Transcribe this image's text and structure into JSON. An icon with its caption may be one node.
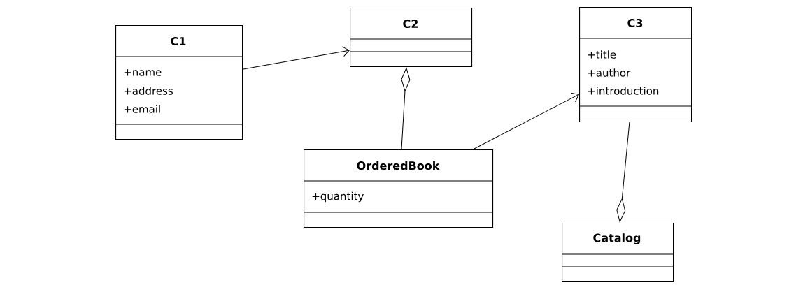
{
  "diagram": {
    "nodes": [
      {
        "text": [
          "C1",
          "+name",
          "+address",
          "+email"
        ]
      },
      {
        "text": [
          "C2"
        ]
      },
      {
        "text": [
          "C3",
          "+title",
          "+author",
          "+introduction"
        ]
      },
      {
        "text": [
          "OrderedBook",
          "+quantity"
        ]
      },
      {
        "text": [
          "Catalog"
        ]
      }
    ],
    "edges": [
      {
        "from": 0,
        "to": 1,
        "arrow": "to"
      },
      {
        "from": 3,
        "to": 2,
        "arrow": "to"
      },
      {
        "from": 3,
        "to": 1,
        "arrow": "other"
      },
      {
        "from": 2,
        "to": 4,
        "arrow": "other"
      }
    ]
  }
}
